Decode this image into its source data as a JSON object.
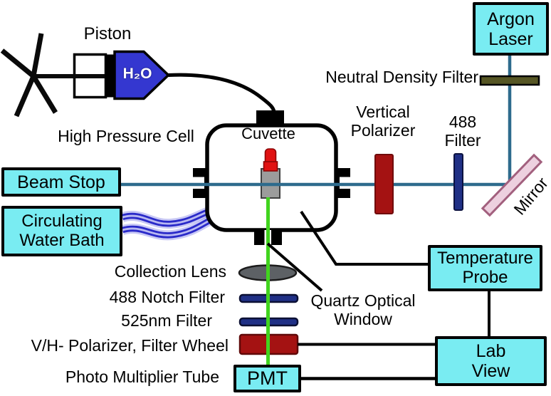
{
  "boxes": {
    "argon_laser": "Argon\nLaser",
    "beam_stop": "Beam Stop",
    "water_bath": "Circulating\nWater Bath",
    "temperature_probe": "Temperature\nProbe",
    "lab_view": "Lab\nView",
    "pmt": "PMT"
  },
  "labels": {
    "piston": "Piston",
    "h2o": "H₂O",
    "high_pressure_cell": "High Pressure Cell",
    "cuvette": "Cuvette",
    "neutral_density_filter": "Neutral Density Filter",
    "vertical_polarizer": "Vertical\nPolarizer",
    "filter_488": "488\nFilter",
    "mirror": "Mirror",
    "quartz_window": "Quartz Optical\nWindow",
    "collection_lens": "Collection Lens",
    "notch_filter_488": "488 Notch Filter",
    "filter_525": "525nm Filter",
    "vh_polarizer": "V/H- Polarizer, Filter Wheel",
    "photo_multiplier": "Photo Multiplier Tube"
  },
  "colors": {
    "cyan_box": "#79ecf2",
    "beam_blue": "#2e6b8d",
    "emission_green": "#41d41e",
    "h2o_blue": "#3437d0",
    "nd_olive": "#565624",
    "polarizer_red": "#a41212",
    "cap_red": "#e01212",
    "filter_navy": "#203086",
    "mirror_pink": "#edd0df",
    "mirror_edge": "#a2607e",
    "lens_gray": "#5d6165",
    "cuvette_gray": "#9c9c9c",
    "tube_blue": "#2a2ac9",
    "tube_core": "#b9b9f2"
  }
}
